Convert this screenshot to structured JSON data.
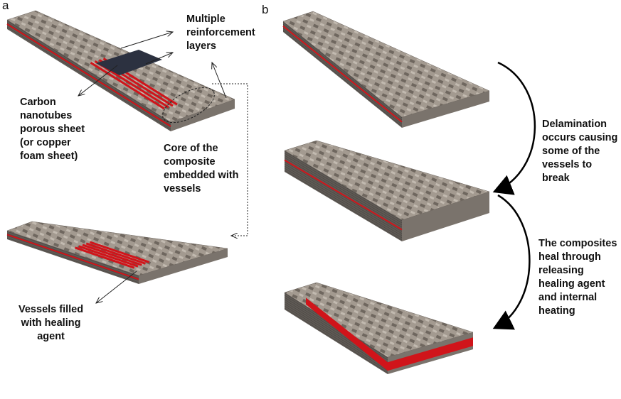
{
  "panels": {
    "a": "a",
    "b": "b"
  },
  "labels": {
    "reinforcement": "Multiple\nreinforcement\nlayers",
    "cnt": "Carbon\nnanotubes\nporous sheet\n(or copper\nfoam sheet)",
    "core": "Core of the\ncomposite\nembedded with\nvessels",
    "vessels": "Vessels filled\nwith healing\nagent",
    "delamination": "Delamination\noccurs causing\nsome of the\nvessels to\nbreak",
    "heal": "The composites\nheal through\nreleasing\nhealing agent\nand internal\nheating"
  },
  "colors": {
    "vessel": "#d0141a",
    "sheet": "#2c3140",
    "slab": "#8b8178",
    "slab_side": "#5f5a55"
  }
}
